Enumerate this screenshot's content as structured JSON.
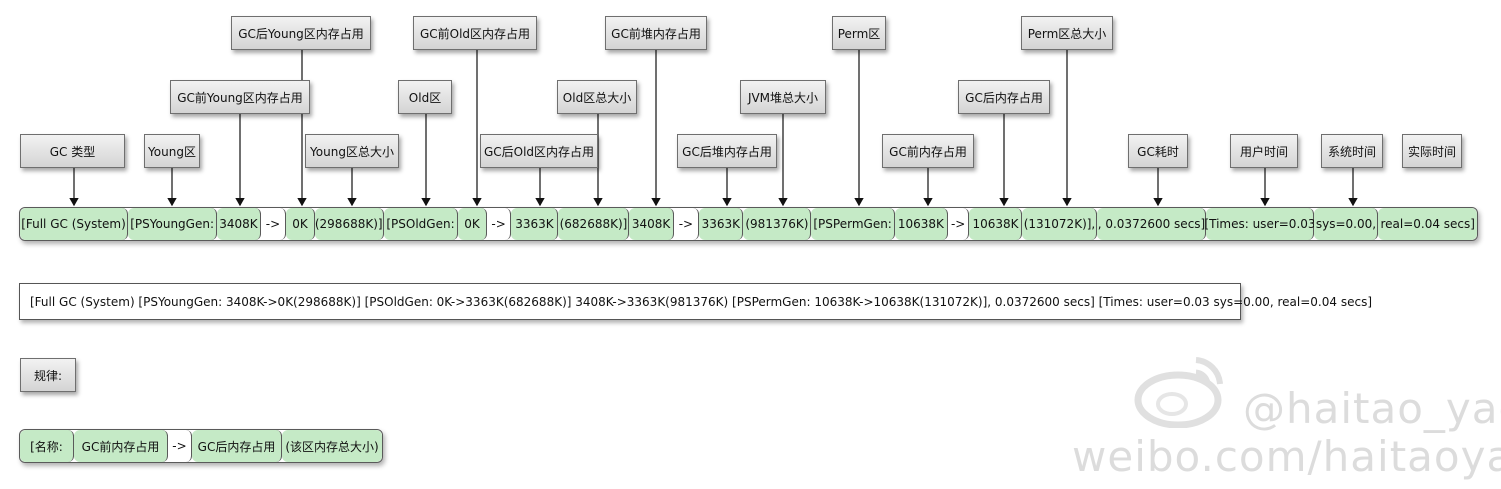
{
  "top_labels": [
    {
      "id": "gc-type",
      "text": "GC 类型"
    },
    {
      "id": "young",
      "text": "Young区"
    },
    {
      "id": "gc-before-young",
      "text": "GC前Young区内存占用"
    },
    {
      "id": "gc-after-young",
      "text": "GC后Young区内存占用"
    },
    {
      "id": "young-total",
      "text": "Young区总大小"
    },
    {
      "id": "old",
      "text": "Old区"
    },
    {
      "id": "gc-before-old",
      "text": "GC前Old区内存占用"
    },
    {
      "id": "gc-after-old",
      "text": "GC后Old区内存占用"
    },
    {
      "id": "old-total",
      "text": "Old区总大小"
    },
    {
      "id": "gc-before-heap",
      "text": "GC前堆内存占用"
    },
    {
      "id": "gc-after-heap",
      "text": "GC后堆内存占用"
    },
    {
      "id": "jvm-heap-total",
      "text": "JVM堆总大小"
    },
    {
      "id": "perm",
      "text": "Perm区"
    },
    {
      "id": "gc-before-mem",
      "text": "GC前内存占用"
    },
    {
      "id": "gc-after-mem",
      "text": "GC后内存占用"
    },
    {
      "id": "perm-total",
      "text": "Perm区总大小"
    },
    {
      "id": "gc-time",
      "text": "GC耗时"
    },
    {
      "id": "user-time",
      "text": "用户时间"
    },
    {
      "id": "sys-time",
      "text": "系统时间"
    },
    {
      "id": "real-time",
      "text": "实际时间"
    }
  ],
  "log_segments": [
    {
      "text": "[Full GC (System)",
      "white": false
    },
    {
      "text": "[PSYoungGen:",
      "white": false
    },
    {
      "text": "3408K",
      "white": false
    },
    {
      "text": "->",
      "white": true
    },
    {
      "text": "0K",
      "white": false
    },
    {
      "text": "(298688K)]",
      "white": false
    },
    {
      "text": "[PSOldGen:",
      "white": false
    },
    {
      "text": "0K",
      "white": false
    },
    {
      "text": "->",
      "white": true
    },
    {
      "text": "3363K",
      "white": false
    },
    {
      "text": "(682688K)]",
      "white": false
    },
    {
      "text": "3408K",
      "white": false
    },
    {
      "text": "->",
      "white": true
    },
    {
      "text": "3363K",
      "white": false
    },
    {
      "text": "(981376K)",
      "white": false
    },
    {
      "text": "[PSPermGen:",
      "white": false
    },
    {
      "text": "10638K",
      "white": false
    },
    {
      "text": "->",
      "white": true
    },
    {
      "text": "10638K",
      "white": false
    },
    {
      "text": "(131072K)],",
      "white": false
    },
    {
      "text": ", 0.0372600 secs]",
      "white": false
    },
    {
      "text": "[Times: user=0.03",
      "white": false
    },
    {
      "text": "sys=0.00,",
      "white": false
    },
    {
      "text": "real=0.04 secs]",
      "white": false
    }
  ],
  "full_log": "[Full GC (System) [PSYoungGen: 3408K->0K(298688K)] [PSOldGen: 0K->3363K(682688K)] 3408K->3363K(981376K) [PSPermGen: 10638K->10638K(131072K)], 0.0372600 secs] [Times: user=0.03 sys=0.00, real=0.04 secs]",
  "rule_label": "规律:",
  "rule_segments": [
    {
      "text": "[名称:",
      "white": false
    },
    {
      "text": "GC前内存占用",
      "white": false
    },
    {
      "text": "->",
      "white": true
    },
    {
      "text": "GC后内存占用",
      "white": false
    },
    {
      "text": "(该区内存总大小)",
      "white": false
    }
  ],
  "watermark": {
    "line1": "@haitao_yao",
    "line2": "weibo.com/haitaoyao"
  },
  "colors": {
    "segment_fill": "#c5eac6",
    "arrow_fill": "#ffffff",
    "label_fill": "#e6e6e6"
  }
}
